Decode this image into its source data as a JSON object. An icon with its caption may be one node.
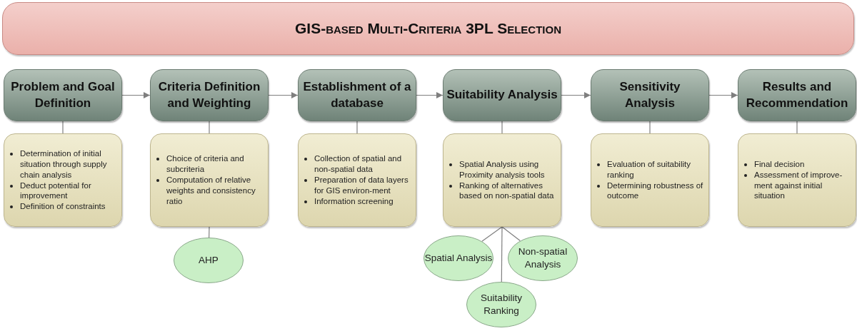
{
  "diagram": {
    "nodes": [
      {
        "text": [
          "GIS-based Multi-Criteria 3PL Selection"
        ]
      },
      {
        "text": [
          "Problem and Goal Definition"
        ]
      },
      {
        "text": [
          "Criteria Definition and Weighting"
        ]
      },
      {
        "text": [
          "Establishment of a database"
        ]
      },
      {
        "text": [
          "Suitability Analysis"
        ]
      },
      {
        "text": [
          "Sensitivity Analysis"
        ]
      },
      {
        "text": [
          "Results and Recommendation"
        ]
      },
      {
        "text": [
          "Determination of initial situation through supply chain analysis",
          "Deduct potential for improvement",
          "Definition of constraints"
        ]
      },
      {
        "text": [
          "Choice of criteria and subcriteria",
          "Computation of relative weights and consistency ratio"
        ]
      },
      {
        "text": [
          "Collection of spatial and non-spatial data",
          "Preparation of data layers for GIS environ-ment",
          "Information screening"
        ]
      },
      {
        "text": [
          "Spatial Analysis using Proximity analysis tools",
          "Ranking of alternatives based on non-spatial data"
        ]
      },
      {
        "text": [
          "Evaluation of suitability ranking",
          "Determining robustness of outcome"
        ]
      },
      {
        "text": [
          "Final decision",
          "Assessment of improve-ment against initial situation"
        ]
      },
      {
        "text": [
          "AHP"
        ]
      },
      {
        "text": [
          "Spatial Analysis"
        ]
      },
      {
        "text": [
          "Non-spatial Analysis"
        ]
      },
      {
        "text": [
          "Suitability Ranking"
        ]
      }
    ],
    "edges": [
      {
        "from": 1,
        "to": 2,
        "arrow": "to"
      },
      {
        "from": 2,
        "to": 3,
        "arrow": "to"
      },
      {
        "from": 3,
        "to": 4,
        "arrow": "to"
      },
      {
        "from": 4,
        "to": 5,
        "arrow": "to"
      },
      {
        "from": 5,
        "to": 6,
        "arrow": "to"
      },
      {
        "from": 1,
        "to": 7,
        "arrow": "none"
      },
      {
        "from": 2,
        "to": 8,
        "arrow": "none"
      },
      {
        "from": 3,
        "to": 9,
        "arrow": "none"
      },
      {
        "from": 4,
        "to": 10,
        "arrow": "none"
      },
      {
        "from": 5,
        "to": 11,
        "arrow": "none"
      },
      {
        "from": 6,
        "to": 12,
        "arrow": "none"
      },
      {
        "from": 8,
        "to": 13,
        "arrow": "none"
      },
      {
        "from": 10,
        "to": 14,
        "arrow": "none"
      },
      {
        "from": 10,
        "to": 15,
        "arrow": "none"
      },
      {
        "from": 10,
        "to": 16,
        "arrow": "none"
      }
    ]
  }
}
